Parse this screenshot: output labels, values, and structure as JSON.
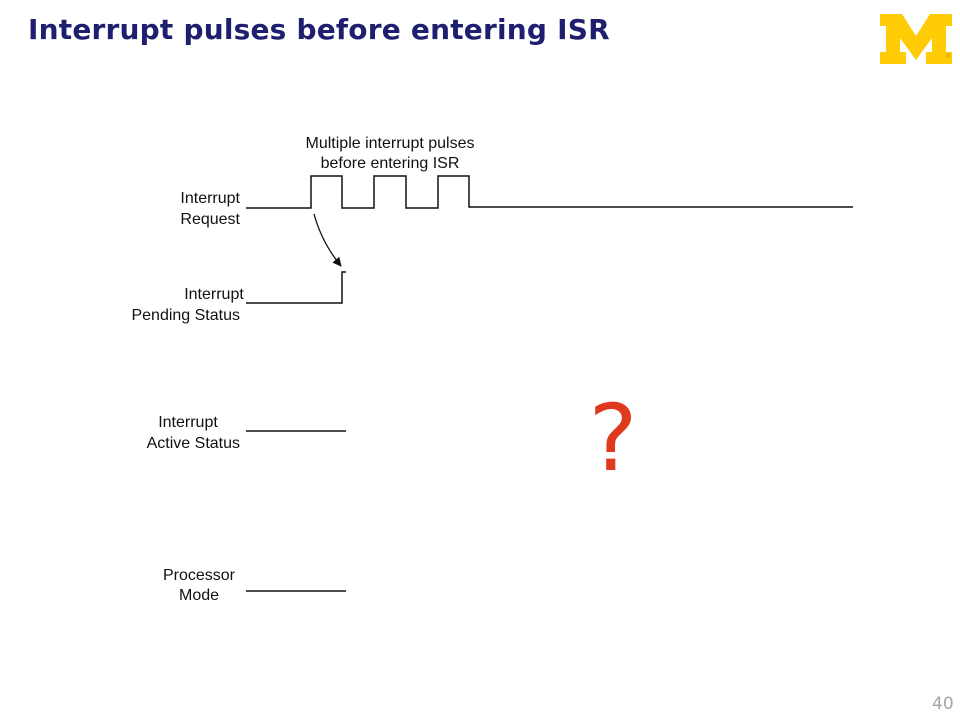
{
  "title": "Interrupt pulses before entering ISR",
  "logo": {
    "letter": "M",
    "mark": "®",
    "color": "#FFCB05"
  },
  "diagram": {
    "annotation": [
      "Multiple interrupt pulses",
      "before entering ISR"
    ],
    "signals": [
      {
        "label": [
          "Interrupt",
          "Request"
        ]
      },
      {
        "label": [
          "Interrupt",
          "Pending Status"
        ]
      },
      {
        "label": [
          "Interrupt",
          "Active Status"
        ]
      },
      {
        "label": [
          "Processor",
          "Mode"
        ]
      }
    ],
    "question_mark": "?",
    "question_color": "#e03a1e"
  },
  "page_number": "40"
}
